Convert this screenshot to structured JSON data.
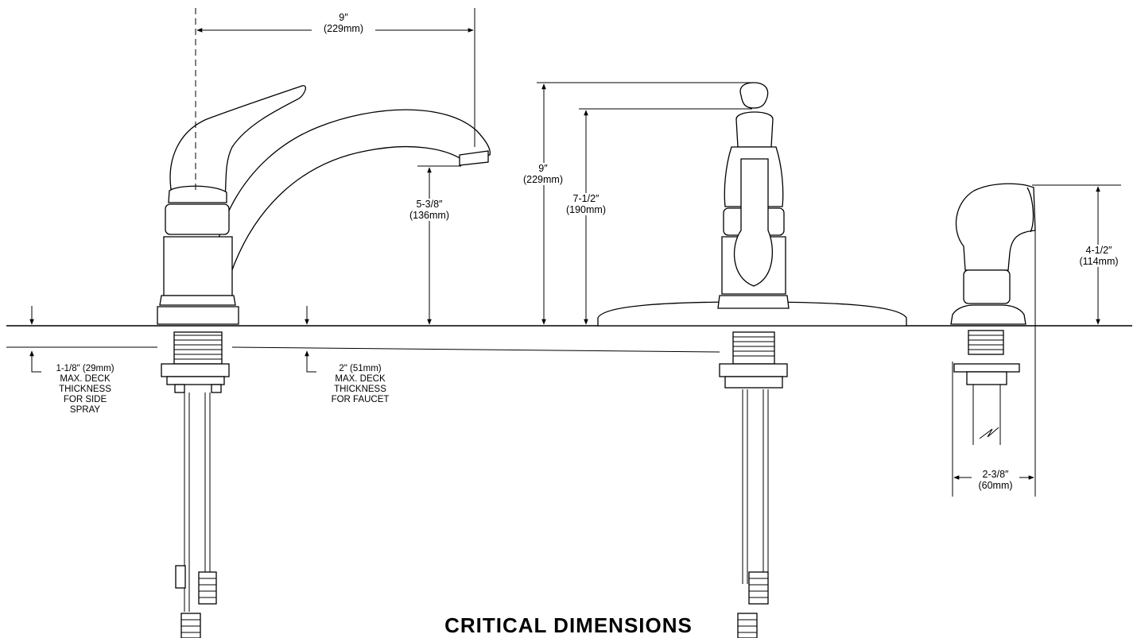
{
  "title": "CRITICAL DIMENSIONS",
  "dimensions": {
    "spout_reach": {
      "imperial": "9″",
      "metric": "(229mm)"
    },
    "spout_height": {
      "imperial": "5-3/8″",
      "metric": "(136mm)"
    },
    "overall_height": {
      "imperial": "9″",
      "metric": "(229mm)"
    },
    "handle_height": {
      "imperial": "7-1/2″",
      "metric": "(190mm)"
    },
    "spray_height": {
      "imperial": "4-1/2″",
      "metric": "(114mm)"
    },
    "spray_width": {
      "imperial": "2-3/8″",
      "metric": "(60mm)"
    }
  },
  "notes": {
    "side_spray_deck": [
      "1-1/8\" (29mm)",
      "MAX. DECK",
      "THICKNESS",
      "FOR SIDE",
      "SPRAY"
    ],
    "faucet_deck": [
      "2\" (51mm)",
      "MAX. DECK",
      "THICKNESS",
      "FOR FAUCET"
    ]
  },
  "icons": [
    "faucet-side-view",
    "faucet-front-view",
    "side-spray-view"
  ]
}
